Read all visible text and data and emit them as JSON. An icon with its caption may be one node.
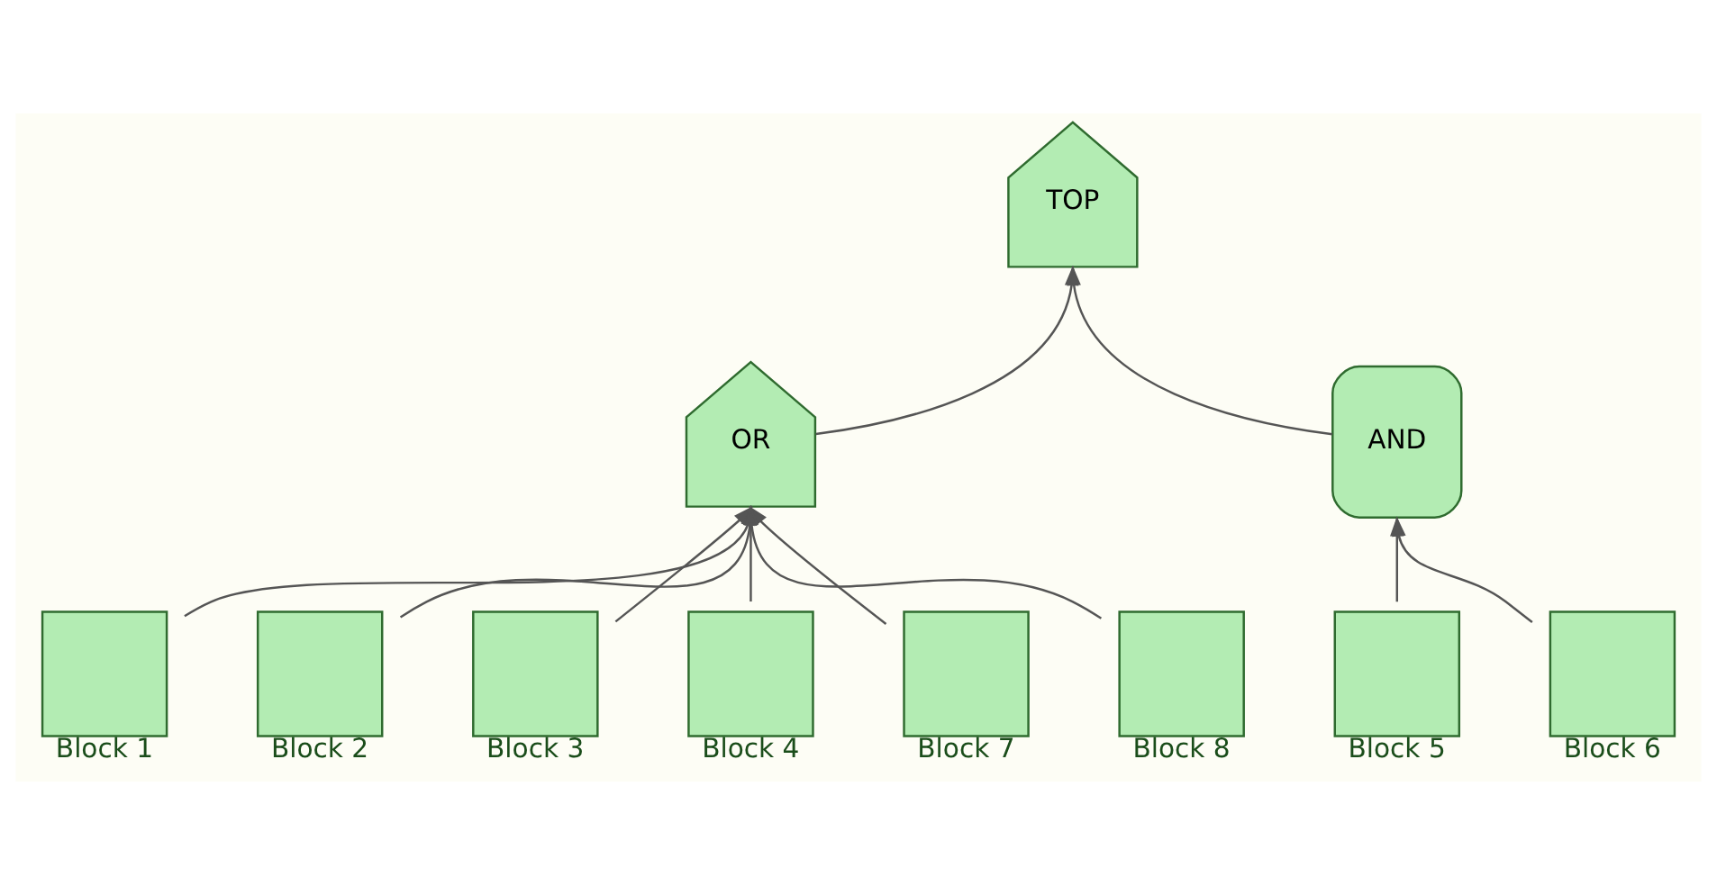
{
  "diagram": {
    "nodes": [
      {
        "text": [
          "TOP"
        ]
      },
      {
        "text": [
          "OR"
        ]
      },
      {
        "text": [
          "AND"
        ]
      },
      {
        "text": [
          "Block 1"
        ]
      },
      {
        "text": [
          "Block 2"
        ]
      },
      {
        "text": [
          "Block 3"
        ]
      },
      {
        "text": [
          "Block 4"
        ]
      },
      {
        "text": [
          "Block 7"
        ]
      },
      {
        "text": [
          "Block 8"
        ]
      },
      {
        "text": [
          "Block 5"
        ]
      },
      {
        "text": [
          "Block 6"
        ]
      }
    ],
    "edges": [
      {
        "from": 1,
        "to": 0,
        "arrow": "to"
      },
      {
        "from": 2,
        "to": 0,
        "arrow": "to"
      },
      {
        "from": 3,
        "to": 1,
        "arrow": "to"
      },
      {
        "from": 4,
        "to": 1,
        "arrow": "to"
      },
      {
        "from": 5,
        "to": 1,
        "arrow": "to"
      },
      {
        "from": 6,
        "to": 1,
        "arrow": "to"
      },
      {
        "from": 7,
        "to": 1,
        "arrow": "to"
      },
      {
        "from": 8,
        "to": 1,
        "arrow": "to"
      },
      {
        "from": 9,
        "to": 2,
        "arrow": "to"
      },
      {
        "from": 10,
        "to": 2,
        "arrow": "to"
      }
    ]
  }
}
